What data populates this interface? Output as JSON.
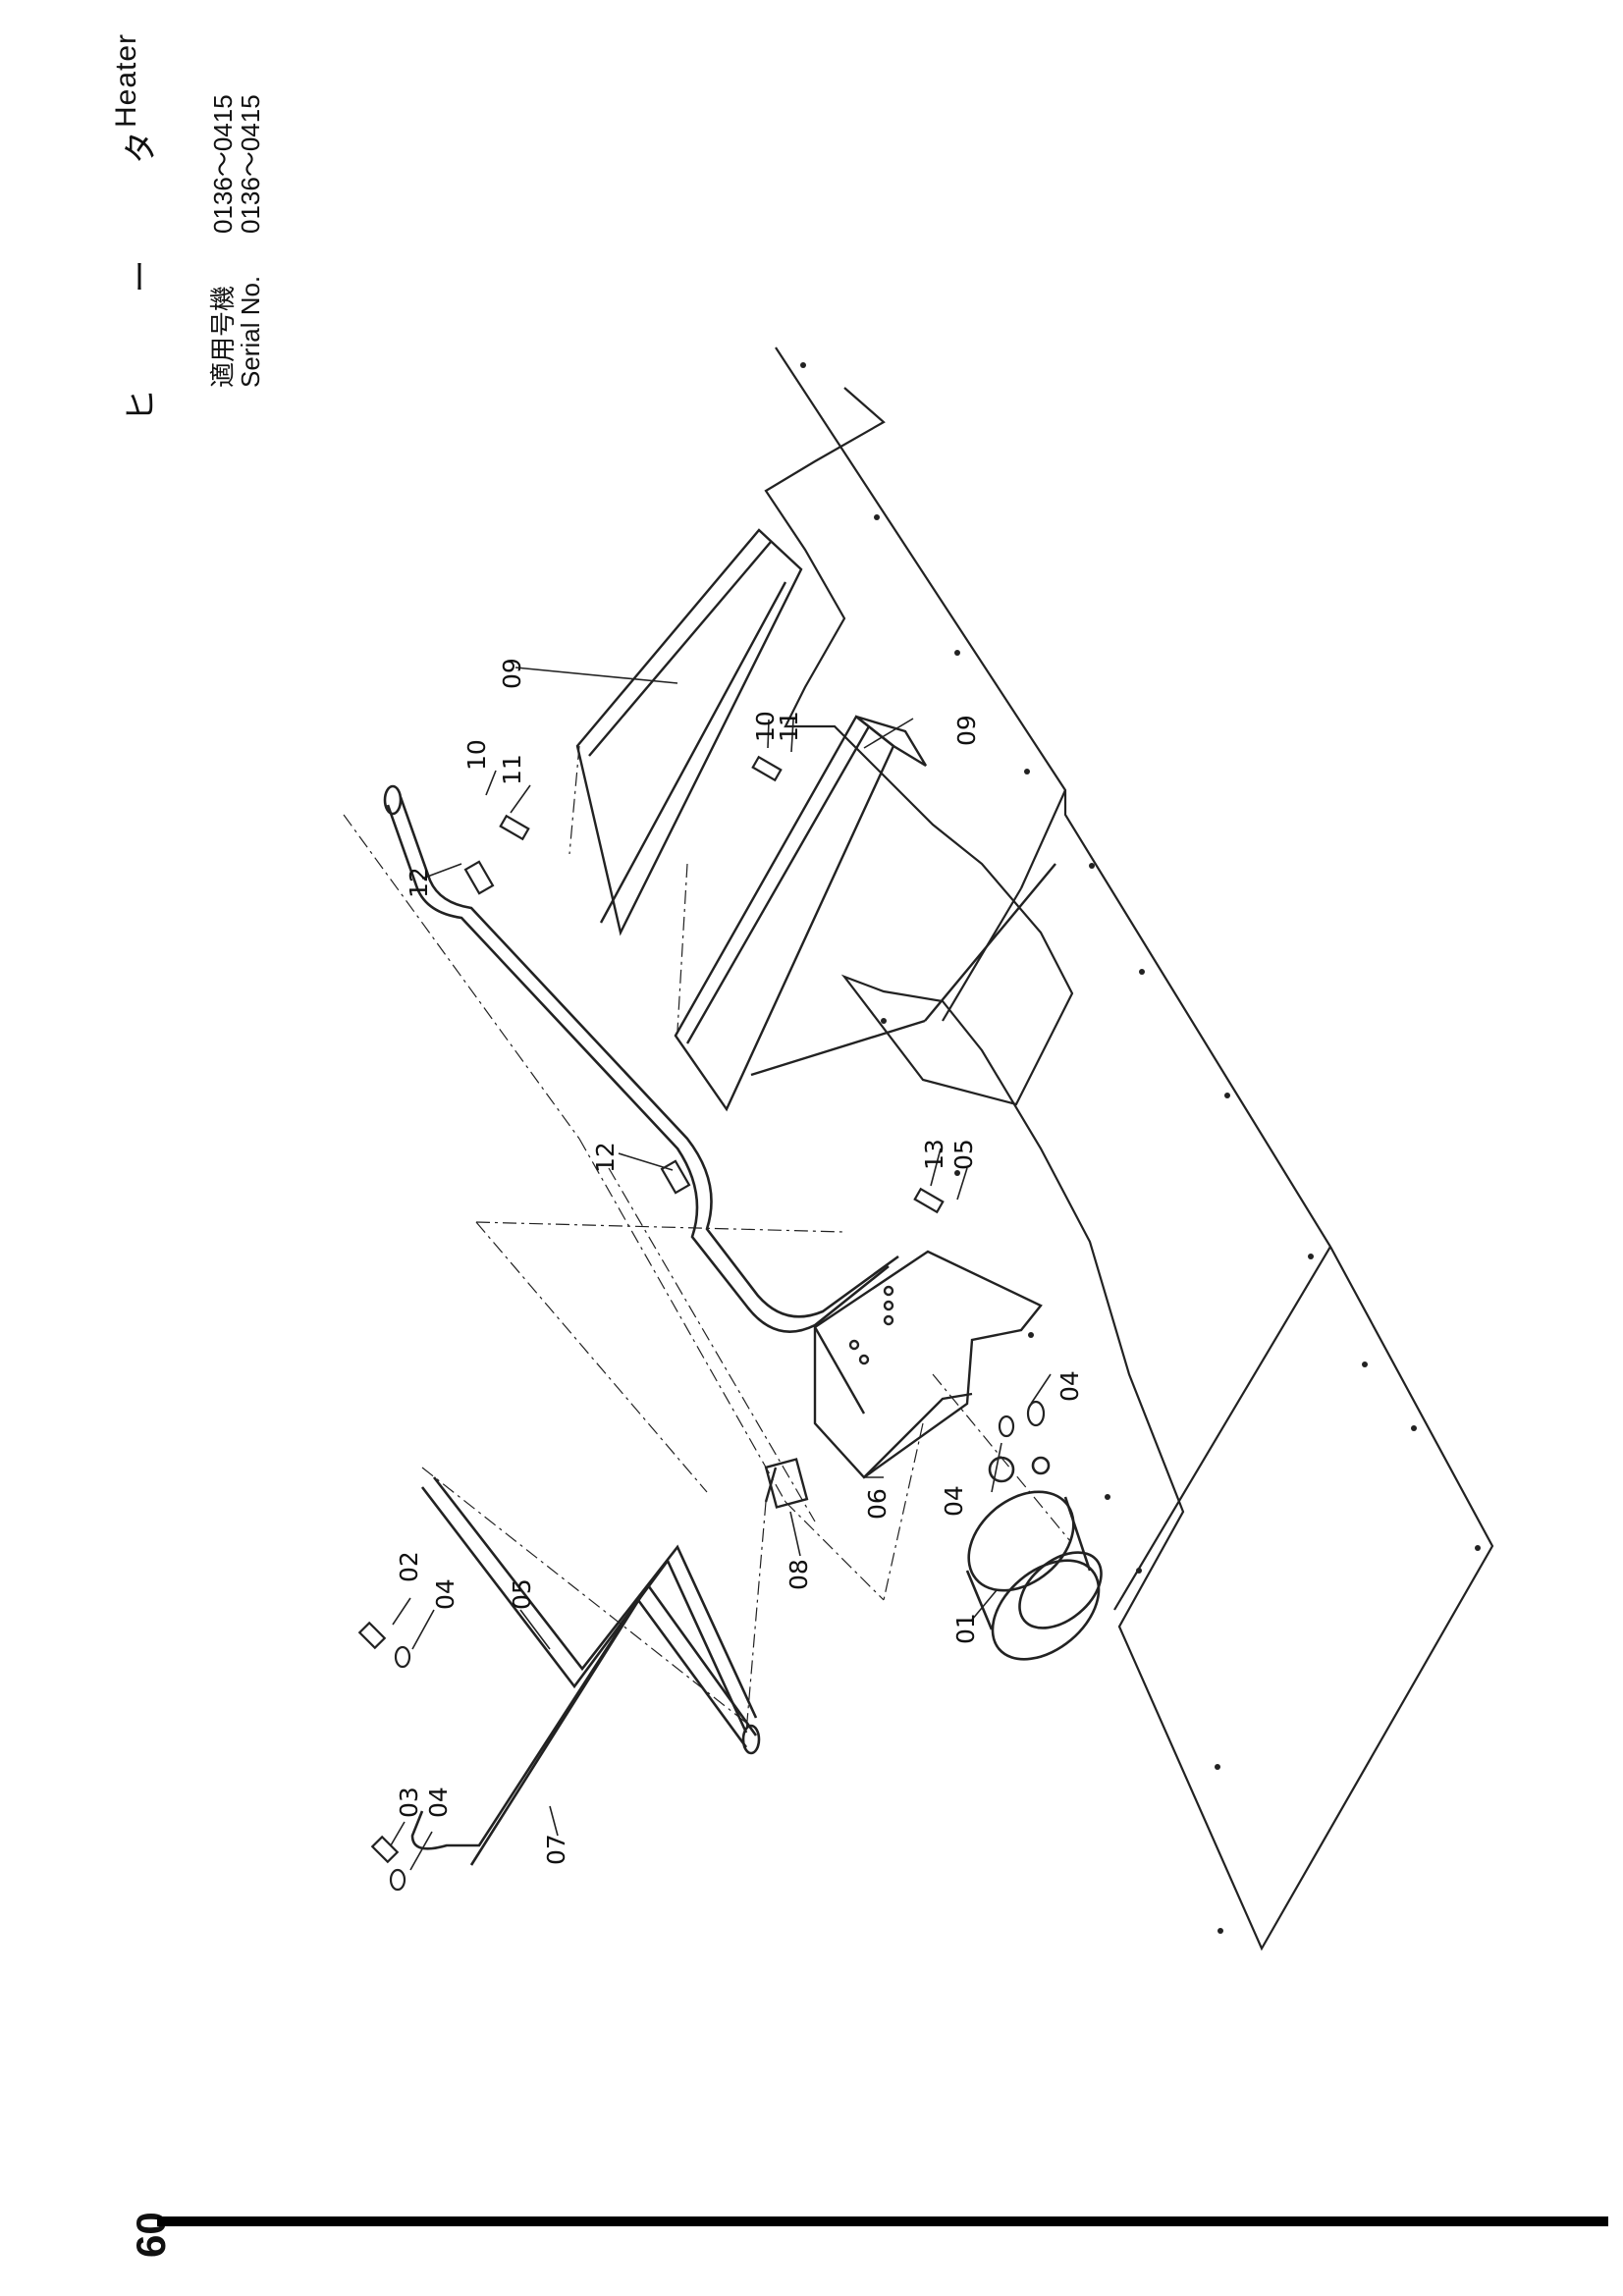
{
  "header": {
    "title_ja": "ヒ ー タ",
    "title_en": "Heater",
    "serial_label_ja": "適用号機",
    "serial_label_en": "Serial No.",
    "serial_range_ja": "0136～0415",
    "serial_range_en": "0136～0415"
  },
  "page_number": "60",
  "diagram": {
    "callouts": [
      "01",
      "02",
      "03",
      "04",
      "04",
      "04",
      "04",
      "05",
      "05",
      "06",
      "07",
      "08",
      "09",
      "09",
      "10",
      "10",
      "11",
      "11",
      "12",
      "12",
      "13"
    ]
  }
}
